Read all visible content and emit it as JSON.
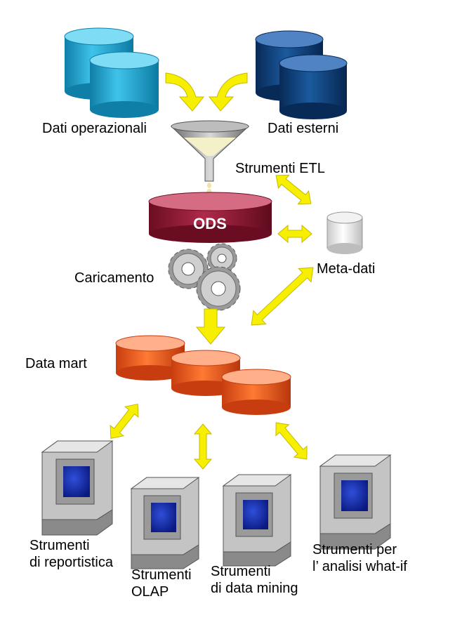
{
  "labels": {
    "dati_operazionali": "Dati operazionali",
    "dati_esterni": "Dati esterni",
    "strumenti_etl": "Strumenti ETL",
    "ods": "ODS",
    "meta_dati": "Meta-dati",
    "caricamento": "Caricamento",
    "data_mart": "Data mart",
    "reportistica_l1": "Strumenti",
    "reportistica_l2": "di reportistica",
    "olap_l1": "Strumenti",
    "olap_l2": "OLAP",
    "mining_l1": "Strumenti",
    "mining_l2": "di data mining",
    "whatif_l1": "Strumenti per",
    "whatif_l2": "l’ analisi what-if"
  },
  "colors": {
    "operational_db": "#1aa3cf",
    "external_db": "#0d3f7a",
    "ods": "#8e1530",
    "data_mart": "#e8541c",
    "arrow": "#f7ef00",
    "metadata": "#e6e6e6"
  }
}
